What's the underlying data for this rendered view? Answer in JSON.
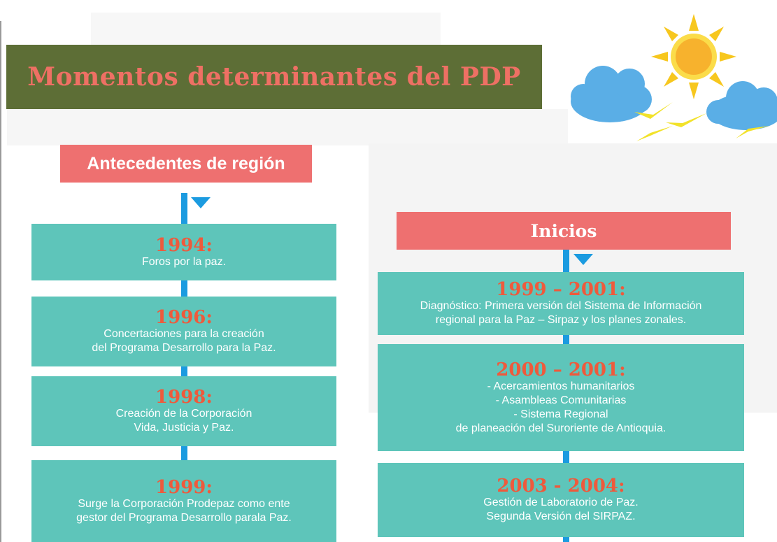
{
  "title": "Momentos determinantes del PDP",
  "colors": {
    "title_bar": "#5d6e36",
    "title_text": "#ee7064",
    "header": "#ee7070",
    "card": "#5ec5ba",
    "year": "#ee5a3c",
    "timeline": "#1b9be0"
  },
  "left": {
    "header": "Antecedentes de región",
    "items": [
      {
        "year": "1994:",
        "lines": [
          "Foros por la paz."
        ]
      },
      {
        "year": "1996:",
        "lines": [
          "Concertaciones para la creación",
          "del Programa Desarrollo para la Paz."
        ]
      },
      {
        "year": "1998:",
        "lines": [
          "Creación de la Corporación",
          "Vida, Justicia y Paz."
        ]
      },
      {
        "year": "1999:",
        "lines": [
          "Surge la Corporación Prodepaz como ente",
          "gestor del Programa Desarrollo parala Paz."
        ]
      }
    ]
  },
  "right": {
    "header": "Inicios",
    "items": [
      {
        "year": "1999 – 2001:",
        "lines": [
          "Diagnóstico: Primera versión del Sistema de Información",
          "regional para la Paz – Sirpaz y los planes zonales."
        ]
      },
      {
        "year": "2000 – 2001:",
        "lines": [
          "- Acercamientos humanitarios",
          "- Asambleas Comunitarias",
          "- Sistema Regional",
          "de planeación del Suroriente de Antioquia."
        ]
      },
      {
        "year": "2003 - 2004:",
        "lines": [
          "Gestión de Laboratorio de Paz.",
          "Segunda Versión del SIRPAZ."
        ]
      }
    ]
  },
  "decoration": {
    "icon": "sun-clouds-birds-illustration"
  }
}
